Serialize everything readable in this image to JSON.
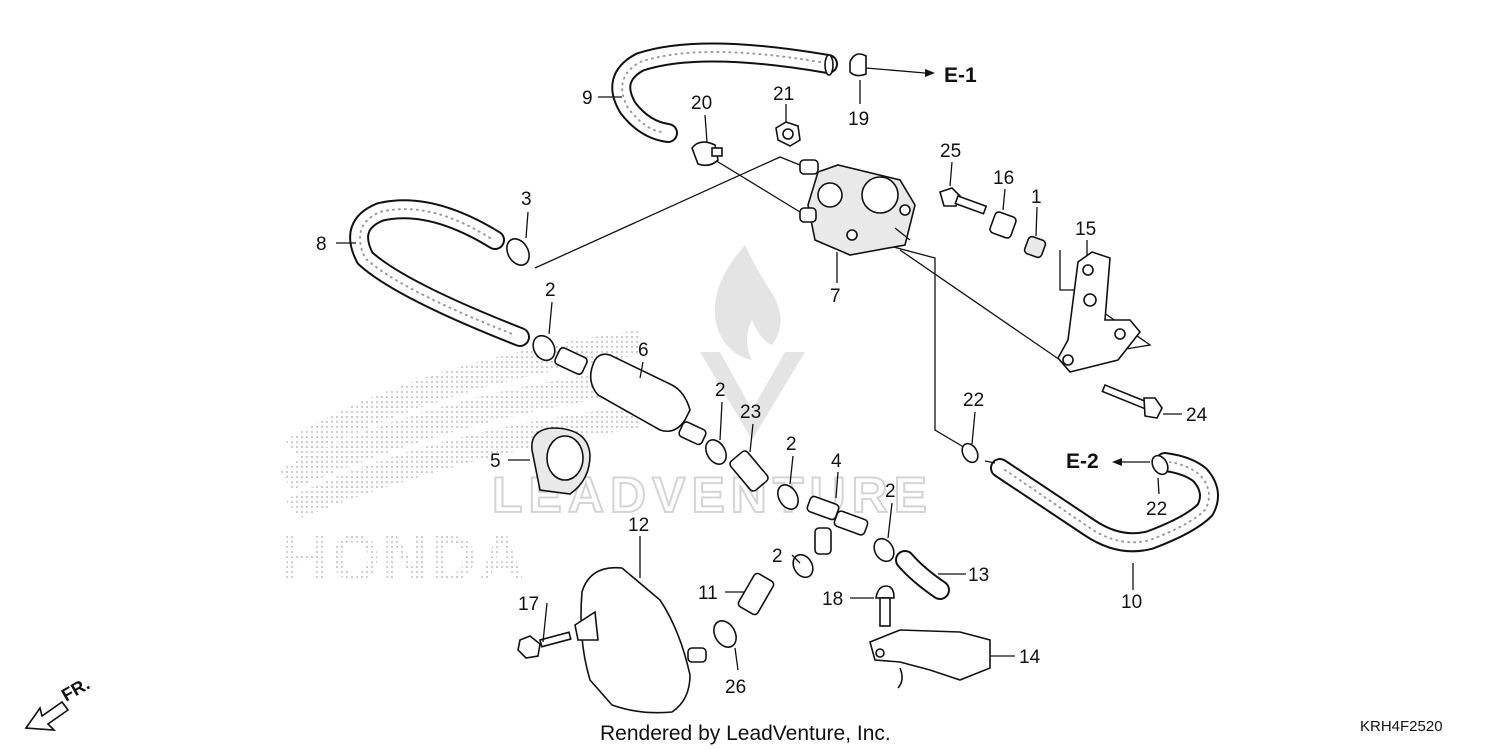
{
  "callouts": {
    "p1": "1",
    "p2a": "2",
    "p2b": "2",
    "p2c": "2",
    "p2d": "2",
    "p2e": "2",
    "p3": "3",
    "p4": "4",
    "p5": "5",
    "p6": "6",
    "p7": "7",
    "p8": "8",
    "p9": "9",
    "p10": "10",
    "p11": "11",
    "p12": "12",
    "p13": "13",
    "p14": "14",
    "p15": "15",
    "p16": "16",
    "p17": "17",
    "p18": "18",
    "p19": "19",
    "p20": "20",
    "p21": "21",
    "p22a": "22",
    "p22b": "22",
    "p23": "23",
    "p24": "24",
    "p25": "25",
    "p26": "26"
  },
  "refs": {
    "e1": "E-1",
    "e2": "E-2"
  },
  "direction": {
    "front": "FR."
  },
  "watermarks": {
    "brand": "LEADVENTURE",
    "maker": "HONDA"
  },
  "footer": {
    "rendered_by": "Rendered by LeadVenture, Inc.",
    "diagram_code": "KRH4F2520"
  }
}
